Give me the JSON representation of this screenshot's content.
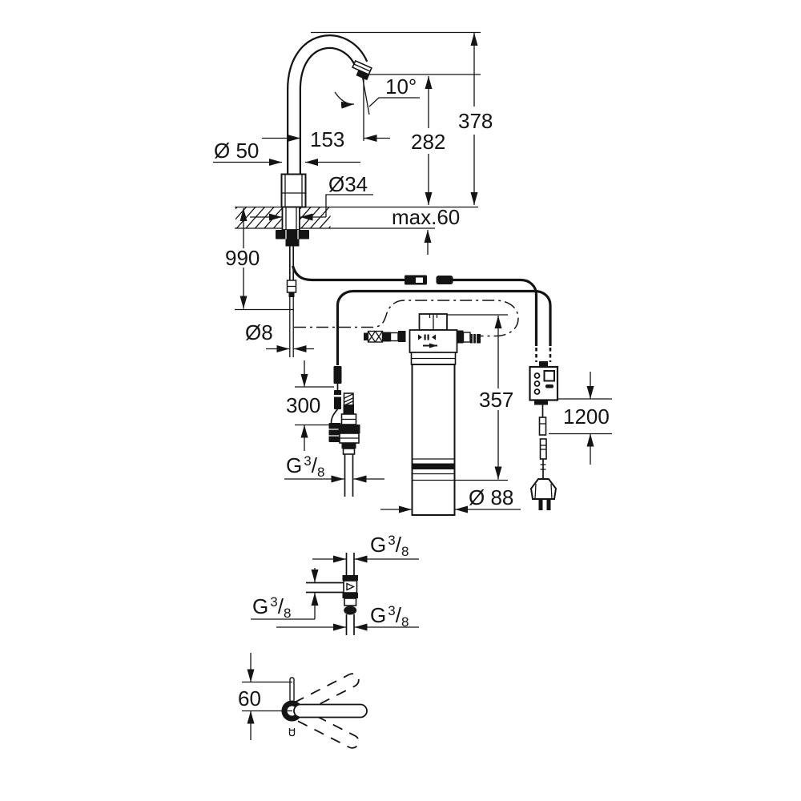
{
  "drawing": {
    "kind": "faucet-filter-installation-dimension-drawing"
  },
  "dimensions": {
    "total_height": "378",
    "outlet_height": "282",
    "spout_reach": "153",
    "spout_angle": "10°",
    "body_diameter": "Ø 50",
    "shank_diameter": "Ø34",
    "deck_thickness": "max.60",
    "supply_hose_length": "990",
    "supply_hose_diameter": "Ø8",
    "connection_length": "300",
    "filter_length": "357",
    "filter_diameter": "Ø 88",
    "power_cord_length": "1200",
    "lever_offset": "60"
  },
  "thread": {
    "g": "G",
    "num": "3",
    "slash": "/",
    "den": "8"
  }
}
